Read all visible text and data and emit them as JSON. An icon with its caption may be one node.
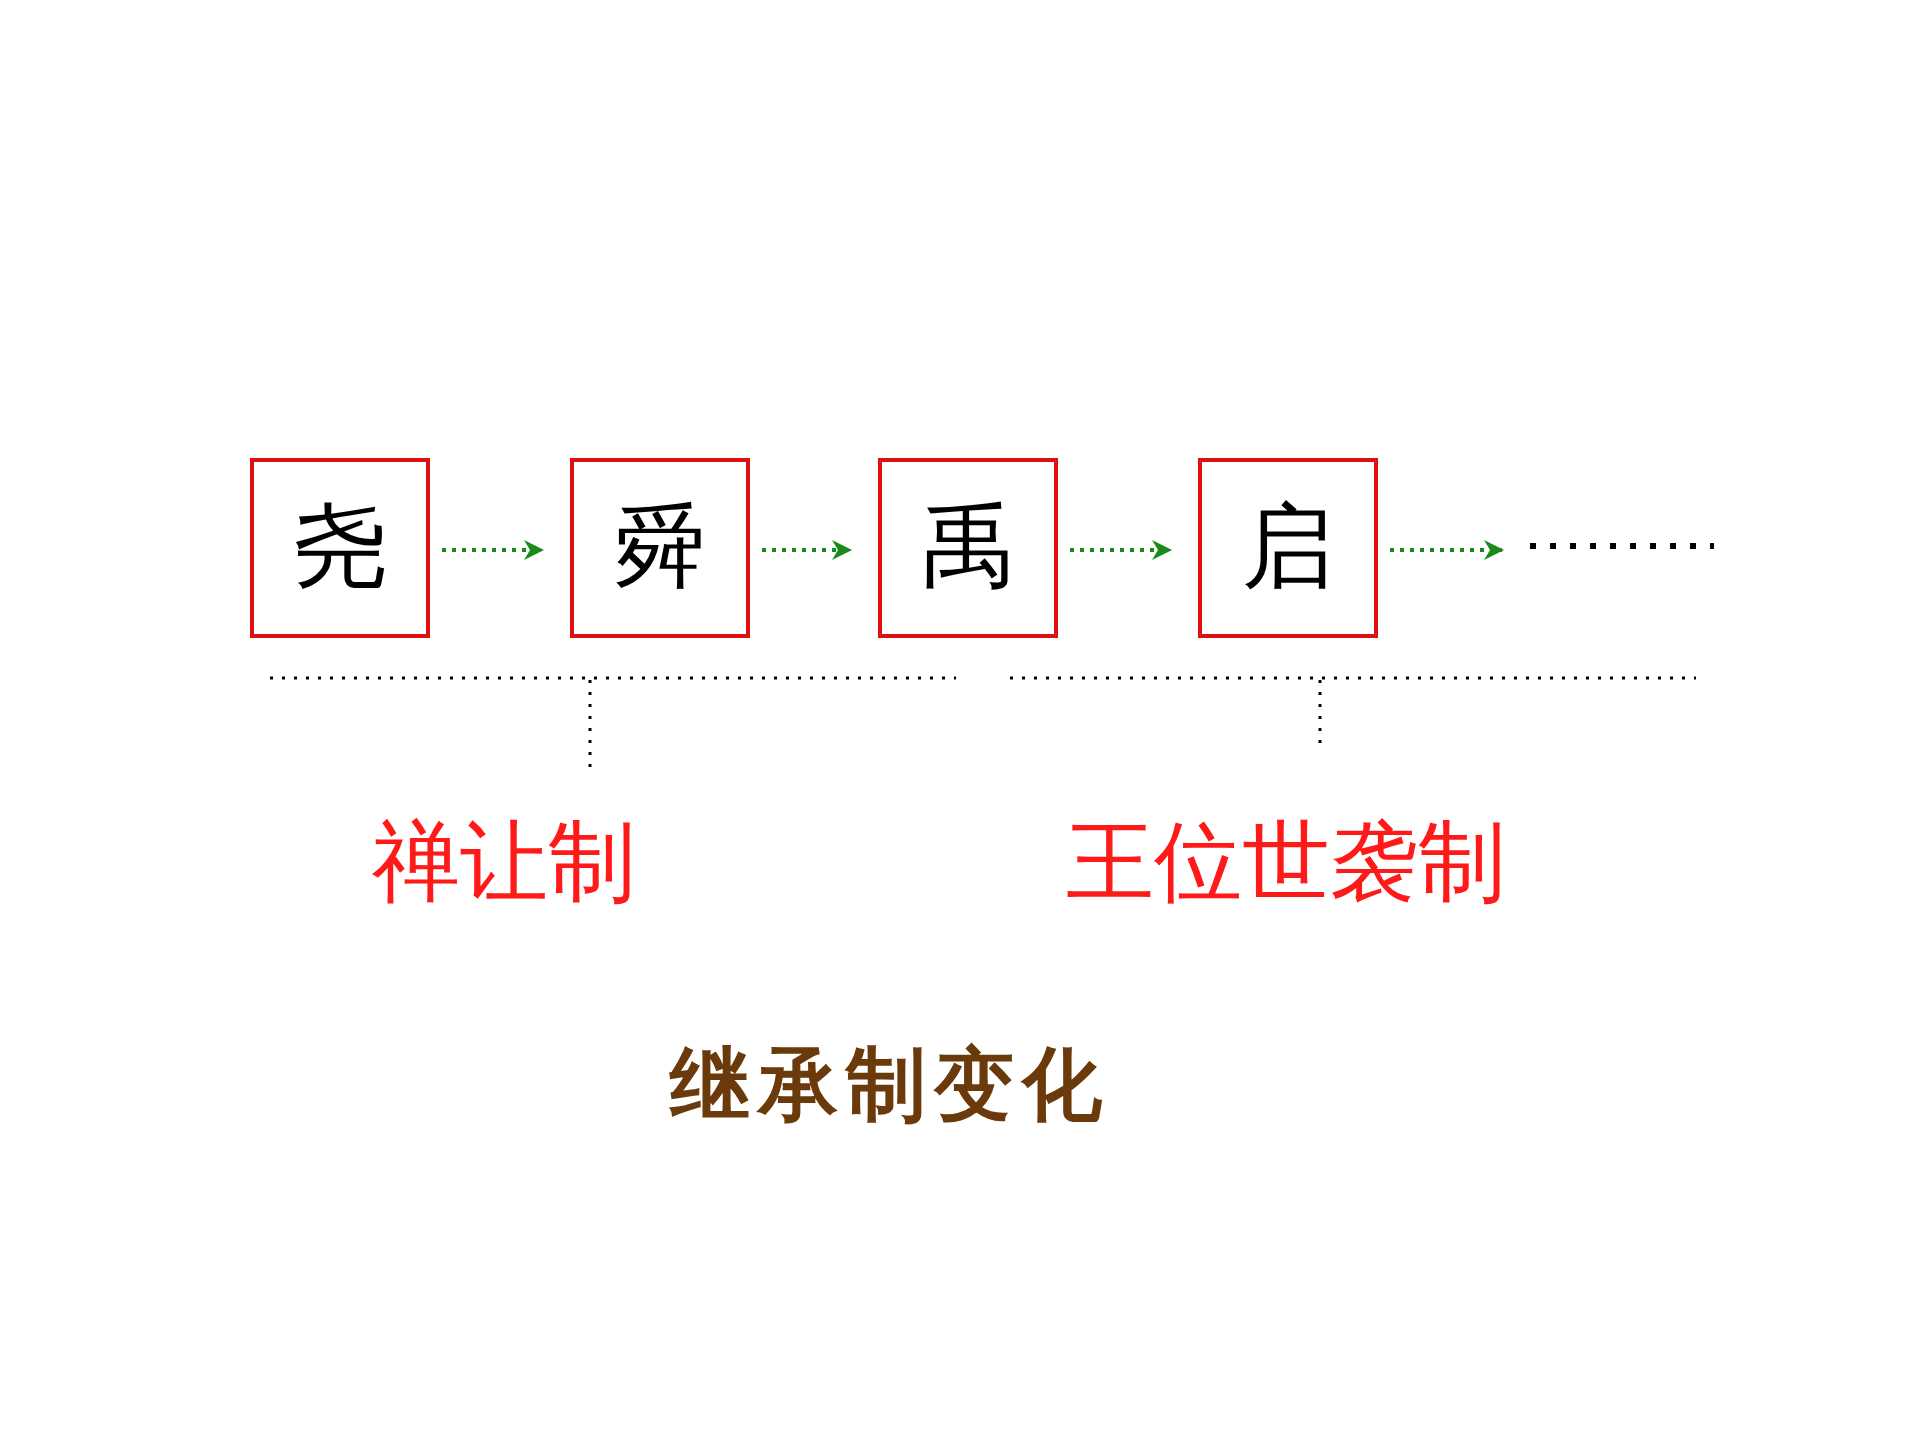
{
  "diagram": {
    "caption": "继承制变化",
    "nodes": [
      {
        "text": [
          "尧"
        ]
      },
      {
        "text": [
          "舜"
        ]
      },
      {
        "text": [
          "禹"
        ]
      },
      {
        "text": [
          "启"
        ]
      },
      {
        "text": [],
        "shape": "line"
      }
    ],
    "edges": [
      {
        "from": 0,
        "to": 1,
        "arrow": "to"
      },
      {
        "from": 1,
        "to": 2,
        "arrow": "to"
      },
      {
        "from": 2,
        "to": 3,
        "arrow": "to"
      },
      {
        "from": 3,
        "to": 4,
        "arrow": "to"
      }
    ],
    "labels": [
      "禅让制",
      "王位世袭制"
    ]
  }
}
